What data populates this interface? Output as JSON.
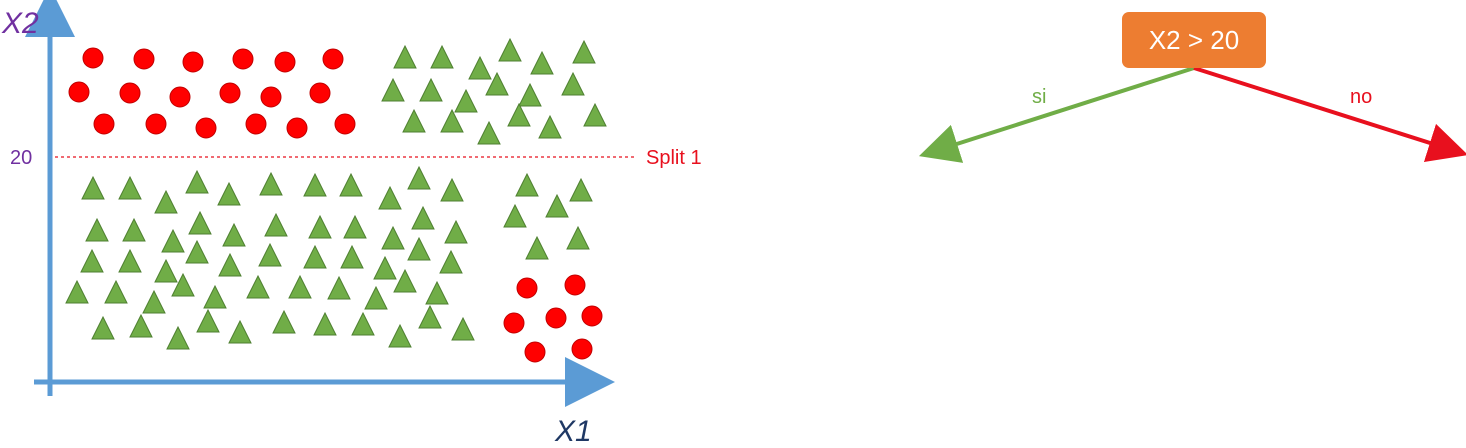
{
  "colors": {
    "axis": "#5b9bd5",
    "split": "#e8101e",
    "tick": "#7030a0",
    "x1_label": "#1f3864",
    "x2_label": "#7030a0",
    "circle": "#ff0000",
    "circle_stroke": "#c00000",
    "triangle": "#70ad47",
    "triangle_stroke": "#4e7f30",
    "node_fill": "#ed7d31",
    "node_text": "#ffffff",
    "edge_yes": "#70ad47",
    "edge_no": "#e8101e"
  },
  "scatter": {
    "x_label": "X1",
    "y_label": "X2",
    "y_tick": "20",
    "split_label": "Split 1"
  },
  "tree": {
    "root_label": "X2 > 20",
    "yes_label": "si",
    "no_label": "no"
  }
}
